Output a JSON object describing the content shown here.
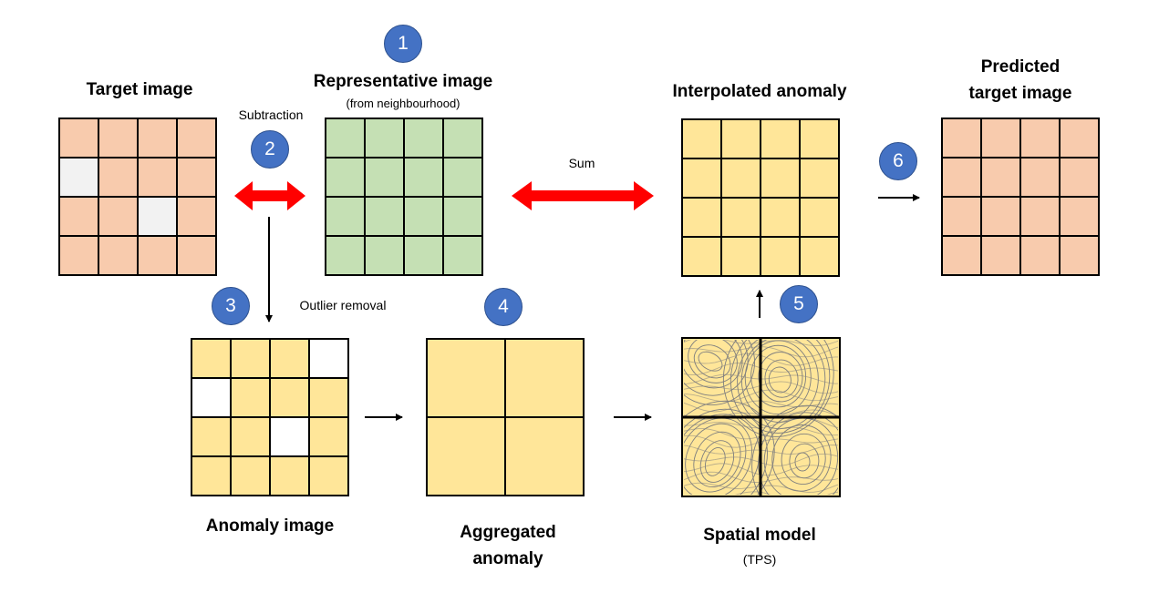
{
  "labels": {
    "target": "Target image",
    "representative": "Representative image",
    "representative_sub": "(from neighbourhood)",
    "interpolated": "Interpolated anomaly",
    "predicted_line1": "Predicted",
    "predicted_line2": "target image",
    "anomaly": "Anomaly image",
    "aggregated_line1": "Aggregated",
    "aggregated_line2": "anomaly",
    "spatial": "Spatial model",
    "spatial_sub": "(TPS)"
  },
  "operations": {
    "subtraction": "Subtraction",
    "sum": "Sum",
    "outlier_removal": "Outlier removal"
  },
  "steps": [
    "1",
    "2",
    "3",
    "4",
    "5",
    "6"
  ],
  "colors": {
    "target_fill": "#f8cbad",
    "target_gap": "#f2f2f2",
    "representative_fill": "#c5e0b4",
    "anomaly_fill": "#ffe699",
    "anomaly_gap": "#ffffff",
    "badge": "#4472c4",
    "double_arrow": "#ff0000",
    "contour": "#7f7f7f"
  }
}
